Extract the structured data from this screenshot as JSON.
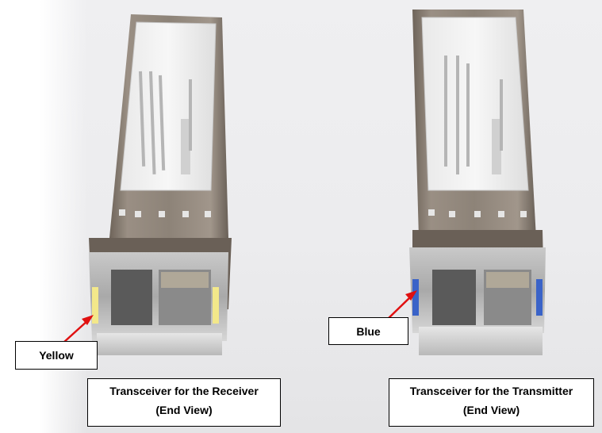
{
  "labels": {
    "yellow": "Yellow",
    "blue": "Blue"
  },
  "captions": {
    "receiver": {
      "line1": "Transceiver for the Receiver",
      "line2": "(End View)"
    },
    "transmitter": {
      "line1": "Transceiver for the Transmitter",
      "line2": "(End View)"
    }
  },
  "colors": {
    "arrow": "#e01010",
    "yellow_marker": "#f3e88a",
    "blue_marker": "#3a63c8"
  }
}
